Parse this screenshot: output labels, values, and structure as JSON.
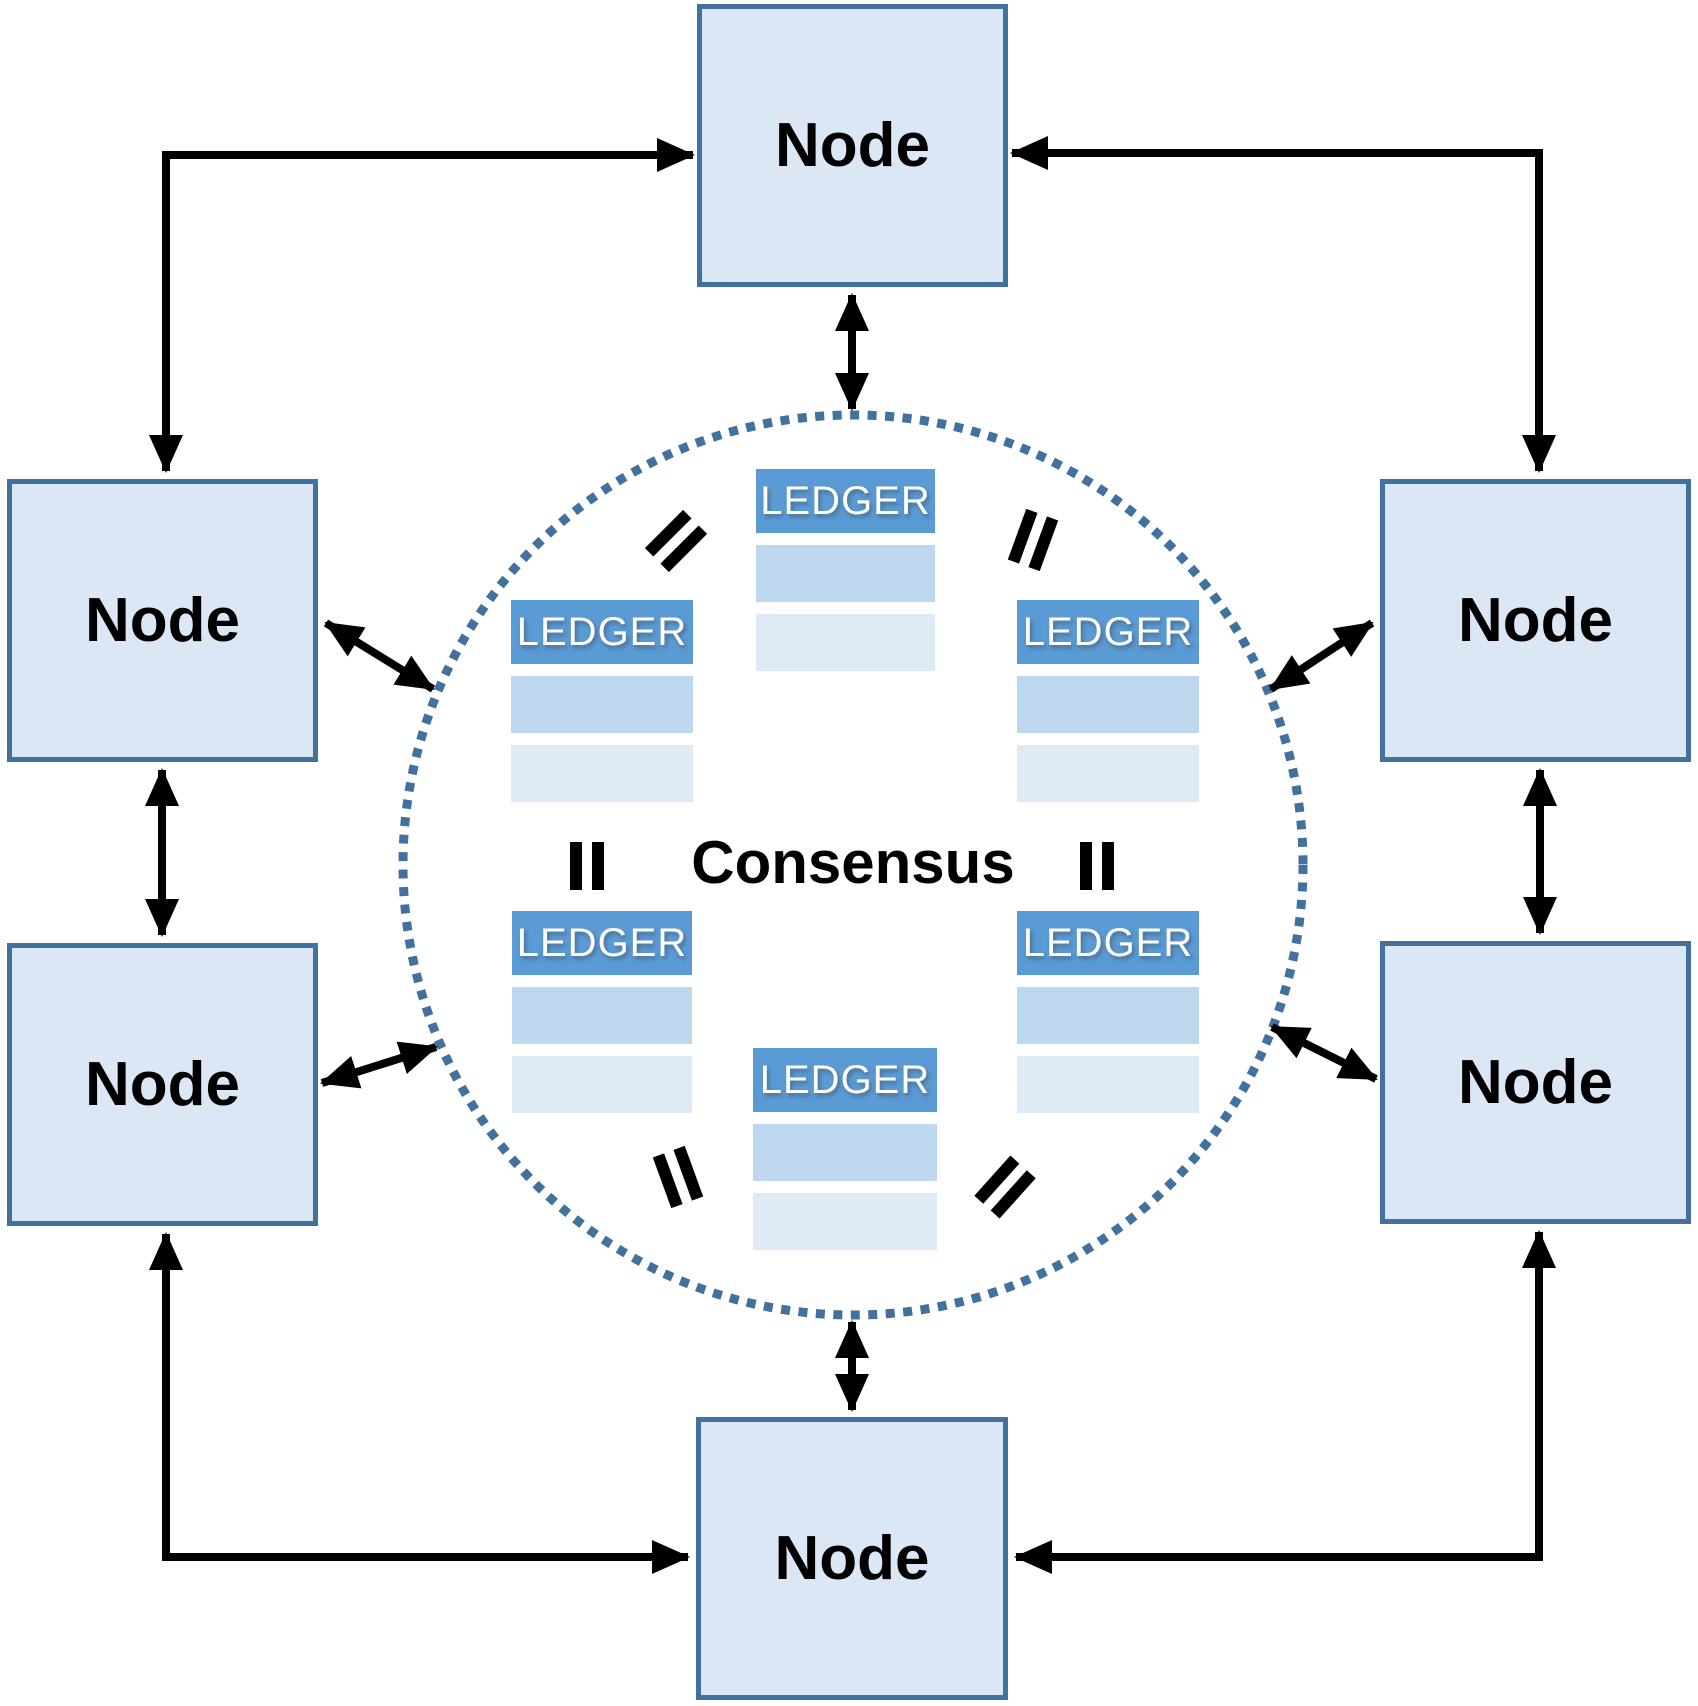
{
  "diagram": {
    "consensus": {
      "label": "Consensus"
    },
    "nodes": [
      {
        "id": "node-top",
        "label": "Node"
      },
      {
        "id": "node-left-upper",
        "label": "Node"
      },
      {
        "id": "node-right-upper",
        "label": "Node"
      },
      {
        "id": "node-left-lower",
        "label": "Node"
      },
      {
        "id": "node-right-lower",
        "label": "Node"
      },
      {
        "id": "node-bottom",
        "label": "Node"
      }
    ],
    "ledgers": [
      {
        "id": "ledger-top-center",
        "header": "LEDGER",
        "row_count": 2
      },
      {
        "id": "ledger-mid-left",
        "header": "LEDGER",
        "row_count": 2
      },
      {
        "id": "ledger-mid-right",
        "header": "LEDGER",
        "row_count": 2
      },
      {
        "id": "ledger-lower-left",
        "header": "LEDGER",
        "row_count": 2
      },
      {
        "id": "ledger-lower-right",
        "header": "LEDGER",
        "row_count": 2
      },
      {
        "id": "ledger-bottom-center",
        "header": "LEDGER",
        "row_count": 2
      }
    ],
    "colors": {
      "node_fill": "#dbe7f4",
      "node_border": "#41719c",
      "ledger_header": "#5b9bd5",
      "ledger_row1": "#bdd7ee",
      "ledger_row2": "#deeaf6",
      "circle_dot": "#41719c",
      "arrow": "#000000",
      "text": "#000000"
    }
  }
}
